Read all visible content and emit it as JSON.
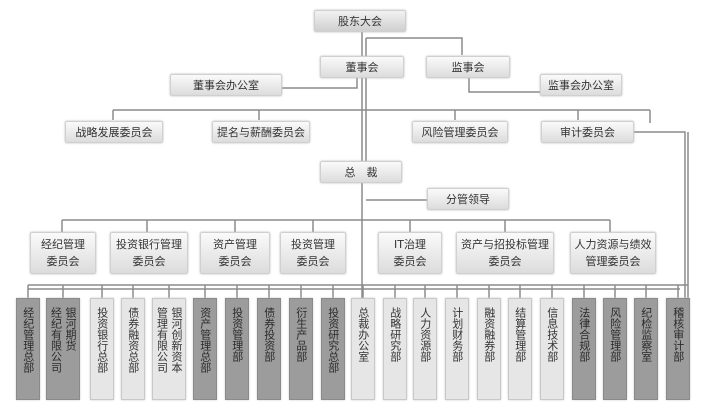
{
  "title": "股东大会组织架构",
  "nodes": {
    "shareholders": "股东大会",
    "board": "董事会",
    "supervisors": "监事会",
    "board_office": "董事会办公室",
    "supervisors_office": "监事会办公室",
    "strategy_committee": "战略发展委员会",
    "nomination_committee": "提名与薪酬委员会",
    "risk_committee": "风险管理委员会",
    "audit_committee": "审计委员会",
    "president": "总　裁",
    "division_leaders": "分管领导"
  },
  "management_committees": [
    {
      "line1": "经纪管理",
      "line2": "委员会"
    },
    {
      "line1": "投资银行管理",
      "line2": "委员会"
    },
    {
      "line1": "资产管理",
      "line2": "委员会"
    },
    {
      "line1": "投资管理",
      "line2": "委员会"
    },
    {
      "line1": "IT治理",
      "line2": "委员会"
    },
    {
      "line1": "资产与招投标管理",
      "line2": "委员会"
    },
    {
      "line1": "人力资源与绩效",
      "line2": "管理委员会"
    }
  ],
  "departments": [
    {
      "cols": [
        "经纪管理总部"
      ],
      "shade": "dark"
    },
    {
      "cols": [
        "银河期货",
        "经纪有限公司"
      ],
      "shade": "dark"
    },
    {
      "cols": [
        "投资银行总部"
      ],
      "shade": "light"
    },
    {
      "cols": [
        "债券融资总部"
      ],
      "shade": "light"
    },
    {
      "cols": [
        "银河创新资本",
        "管理有限公司"
      ],
      "shade": "light"
    },
    {
      "cols": [
        "资产管理总部"
      ],
      "shade": "dark"
    },
    {
      "cols": [
        "投资管理部"
      ],
      "shade": "dark"
    },
    {
      "cols": [
        "债券投资部"
      ],
      "shade": "dark"
    },
    {
      "cols": [
        "衍生产品部"
      ],
      "shade": "dark"
    },
    {
      "cols": [
        "投资研究总部"
      ],
      "shade": "dark"
    },
    {
      "cols": [
        "总裁办公室"
      ],
      "shade": "light"
    },
    {
      "cols": [
        "战略研究部"
      ],
      "shade": "light"
    },
    {
      "cols": [
        "人力资源部"
      ],
      "shade": "light"
    },
    {
      "cols": [
        "计划财务部"
      ],
      "shade": "light"
    },
    {
      "cols": [
        "融资融券部"
      ],
      "shade": "light"
    },
    {
      "cols": [
        "结算管理部"
      ],
      "shade": "light"
    },
    {
      "cols": [
        "信息技术部"
      ],
      "shade": "light"
    },
    {
      "cols": [
        "法律合规部"
      ],
      "shade": "dark"
    },
    {
      "cols": [
        "风险管理部"
      ],
      "shade": "dark"
    },
    {
      "cols": [
        "纪检监察室"
      ],
      "shade": "dark"
    },
    {
      "cols": [
        "稽核审计部"
      ],
      "shade": "dark"
    }
  ]
}
